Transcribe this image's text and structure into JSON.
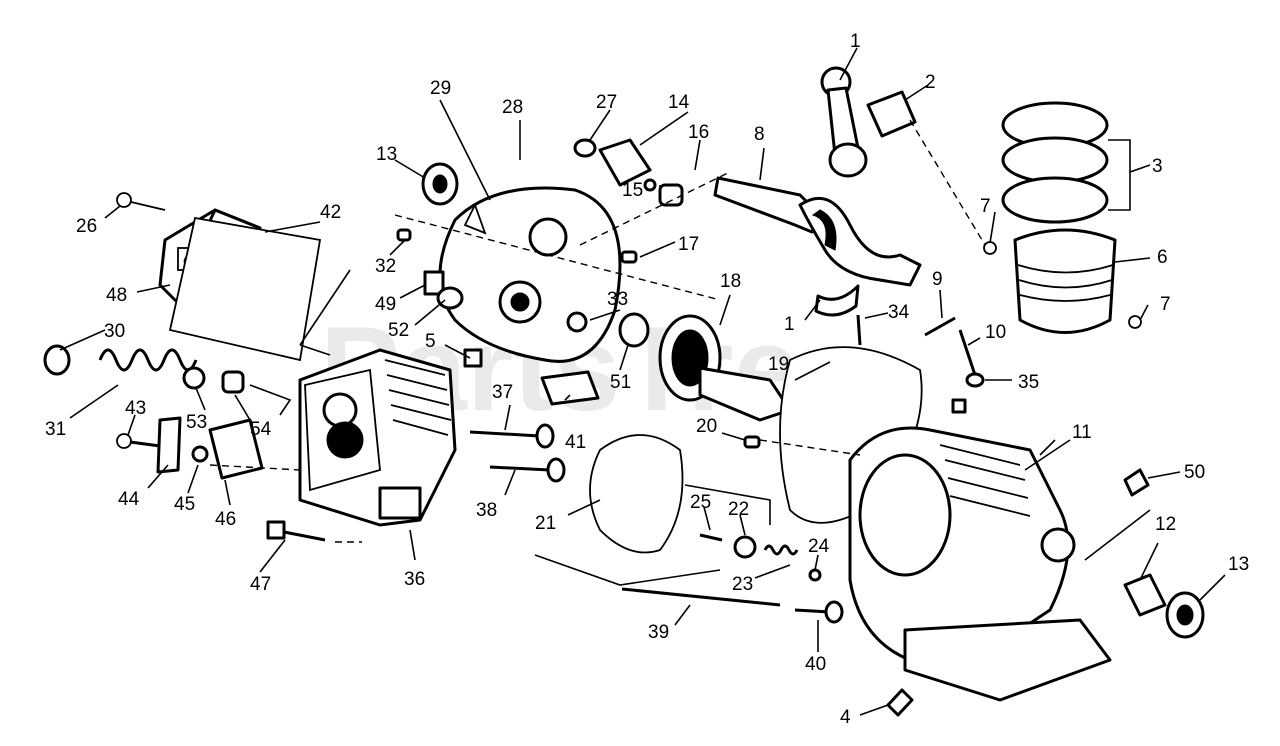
{
  "diagram": {
    "watermark": "PartsTree",
    "labels": [
      {
        "id": "1a",
        "text": "1"
      },
      {
        "id": "1b",
        "text": "1"
      },
      {
        "id": "2",
        "text": "2"
      },
      {
        "id": "3",
        "text": "3"
      },
      {
        "id": "4",
        "text": "4"
      },
      {
        "id": "5",
        "text": "5"
      },
      {
        "id": "6",
        "text": "6"
      },
      {
        "id": "7a",
        "text": "7"
      },
      {
        "id": "7b",
        "text": "7"
      },
      {
        "id": "8",
        "text": "8"
      },
      {
        "id": "9",
        "text": "9"
      },
      {
        "id": "10",
        "text": "10"
      },
      {
        "id": "11",
        "text": "11"
      },
      {
        "id": "12",
        "text": "12"
      },
      {
        "id": "13a",
        "text": "13"
      },
      {
        "id": "13b",
        "text": "13"
      },
      {
        "id": "14",
        "text": "14"
      },
      {
        "id": "15",
        "text": "15"
      },
      {
        "id": "16",
        "text": "16"
      },
      {
        "id": "17",
        "text": "17"
      },
      {
        "id": "18",
        "text": "18"
      },
      {
        "id": "19",
        "text": "19"
      },
      {
        "id": "20",
        "text": "20"
      },
      {
        "id": "21",
        "text": "21"
      },
      {
        "id": "22",
        "text": "22"
      },
      {
        "id": "23",
        "text": "23"
      },
      {
        "id": "24",
        "text": "24"
      },
      {
        "id": "25",
        "text": "25"
      },
      {
        "id": "26",
        "text": "26"
      },
      {
        "id": "27",
        "text": "27"
      },
      {
        "id": "28",
        "text": "28"
      },
      {
        "id": "29",
        "text": "29"
      },
      {
        "id": "30",
        "text": "30"
      },
      {
        "id": "31",
        "text": "31"
      },
      {
        "id": "32",
        "text": "32"
      },
      {
        "id": "33",
        "text": "33"
      },
      {
        "id": "34",
        "text": "34"
      },
      {
        "id": "35",
        "text": "35"
      },
      {
        "id": "36",
        "text": "36"
      },
      {
        "id": "37",
        "text": "37"
      },
      {
        "id": "38",
        "text": "38"
      },
      {
        "id": "39",
        "text": "39"
      },
      {
        "id": "40",
        "text": "40"
      },
      {
        "id": "41",
        "text": "41"
      },
      {
        "id": "42",
        "text": "42"
      },
      {
        "id": "43",
        "text": "43"
      },
      {
        "id": "44",
        "text": "44"
      },
      {
        "id": "45",
        "text": "45"
      },
      {
        "id": "46",
        "text": "46"
      },
      {
        "id": "47",
        "text": "47"
      },
      {
        "id": "48",
        "text": "48"
      },
      {
        "id": "49",
        "text": "49"
      },
      {
        "id": "50",
        "text": "50"
      },
      {
        "id": "51",
        "text": "51"
      },
      {
        "id": "52",
        "text": "52"
      },
      {
        "id": "53",
        "text": "53"
      },
      {
        "id": "54",
        "text": "54"
      }
    ]
  }
}
